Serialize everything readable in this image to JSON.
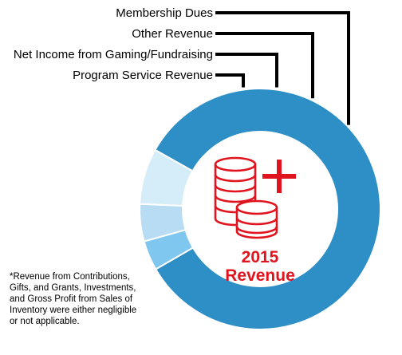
{
  "chart_data": {
    "type": "pie",
    "style": "donut",
    "center_label": [
      "2015",
      "Revenue"
    ],
    "slices": [
      {
        "label": "Program Service Revenue",
        "value": 83.5,
        "color": "#2e8ec6"
      },
      {
        "label": "Net Income from Gaming/Fundraising",
        "value": 4.0,
        "color": "#7fc7ee"
      },
      {
        "label": "Other Revenue",
        "value": 5.0,
        "color": "#b7dcf3"
      },
      {
        "label": "Membership Dues",
        "value": 7.5,
        "color": "#d5ecf9"
      }
    ],
    "legend_order_top_to_bottom": [
      "Membership Dues",
      "Other Revenue",
      "Net Income from Gaming/Fundraising",
      "Program Service Revenue"
    ]
  },
  "center_icon": "coins-plus-icon",
  "accent_color": "#e0141e",
  "footnote": "*Revenue from Contributions, Gifts, and Grants, Investments, and Gross Profit from Sales of Inventory were either negligible or not applicable."
}
